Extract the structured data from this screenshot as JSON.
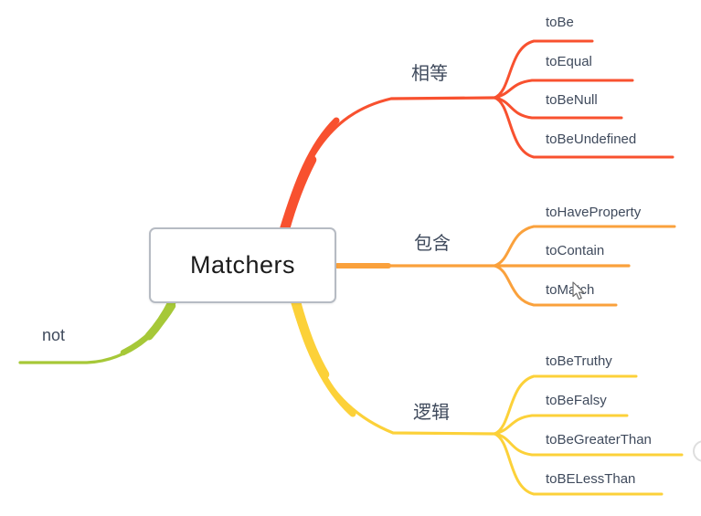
{
  "root_topic": {
    "label": "Matchers"
  },
  "branches": [
    {
      "label": "相等",
      "color": "#f8512f",
      "children": [
        "toBe",
        "toEqual",
        "toBeNull",
        "toBeUndefined"
      ]
    },
    {
      "label": "包含",
      "color": "#faa13c",
      "children": [
        "toHaveProperty",
        "toContain",
        "toMatch"
      ]
    },
    {
      "label": "逻辑",
      "color": "#fcd139",
      "children": [
        "toBeTruthy",
        "toBeFalsy",
        "toBeGreaterThan",
        "toBELessThan"
      ]
    },
    {
      "label": "not",
      "color": "#a6c838",
      "children": []
    }
  ],
  "colors": {
    "equality_branch": "#f8512f",
    "contains_branch": "#faa13c",
    "logic_branch": "#fcd139",
    "not_branch": "#a6c838",
    "label_text": "#3f4a5c",
    "root_text": "#1b1b1b",
    "root_border": "#b6bbc3",
    "background": "#ffffff"
  }
}
